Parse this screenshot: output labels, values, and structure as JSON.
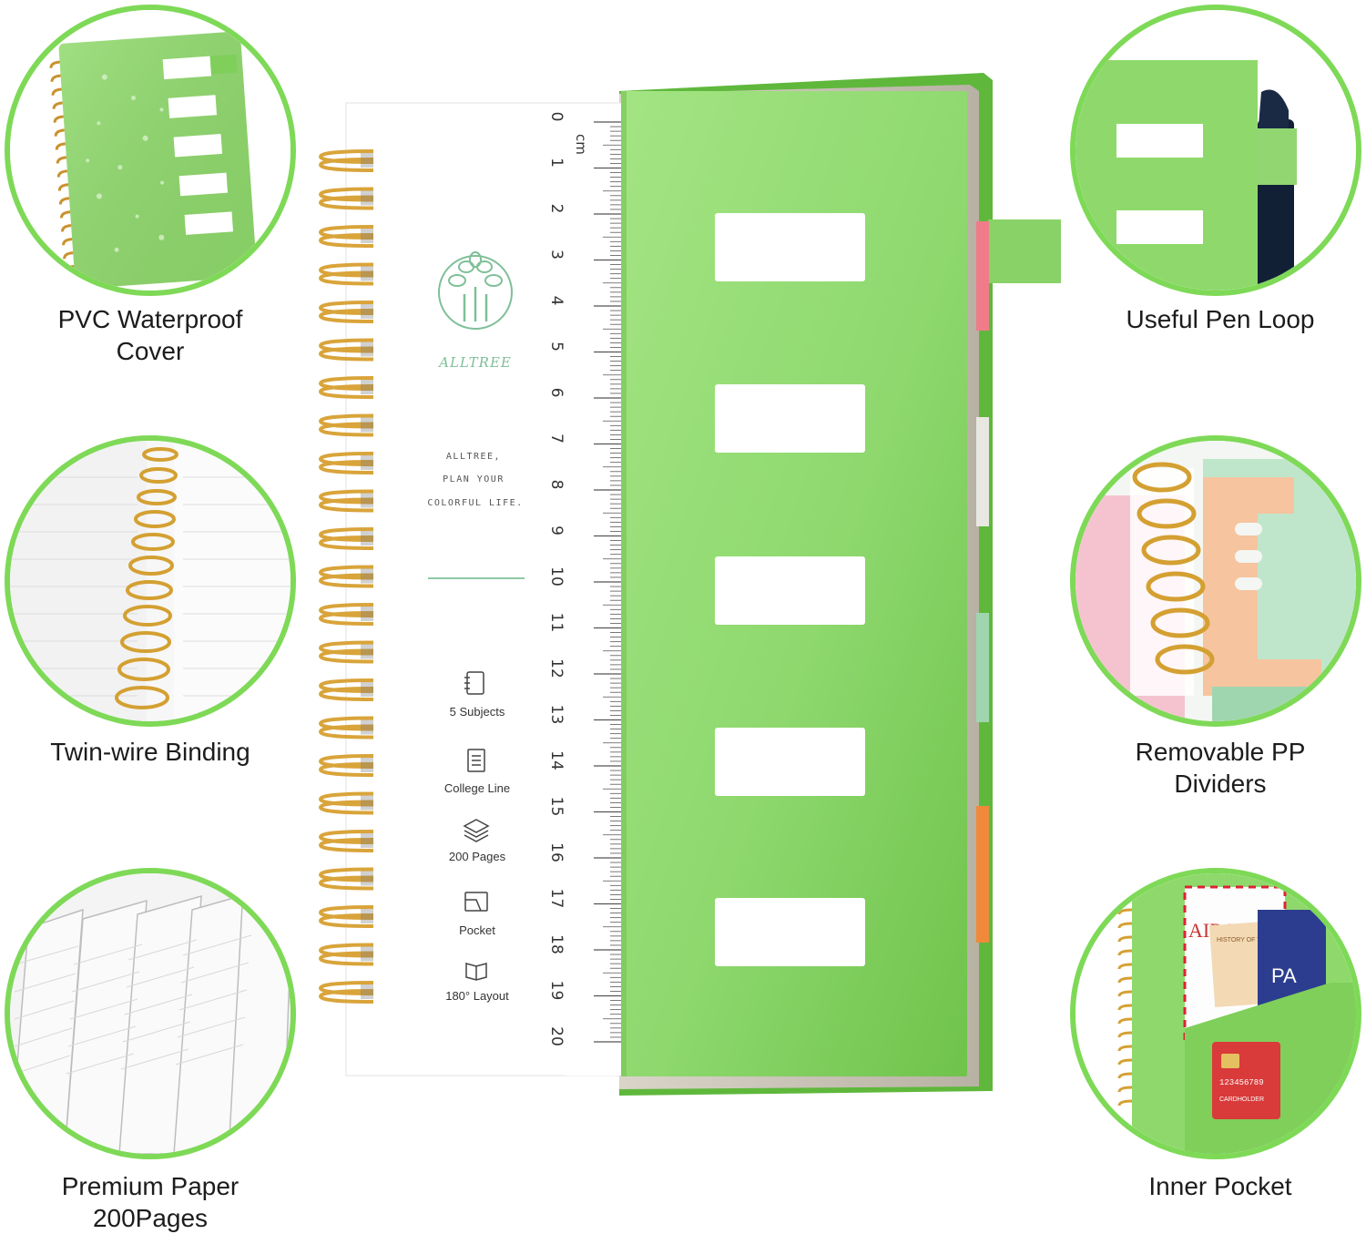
{
  "features": {
    "pvc_cover": {
      "line1": "PVC Waterproof",
      "line2": "Cover"
    },
    "twin_wire": {
      "line1": "Twin-wire Binding"
    },
    "premium_paper": {
      "line1": "Premium Paper",
      "line2": "200Pages"
    },
    "pen_loop": {
      "line1": "Useful Pen Loop"
    },
    "dividers": {
      "line1": "Removable PP",
      "line2": "Dividers"
    },
    "inner_pocket": {
      "line1": "Inner Pocket"
    }
  },
  "notebook": {
    "brand": "ALLTREE",
    "slogan": [
      "ALLTREE,",
      "PLAN YOUR",
      "COLORFUL LIFE."
    ],
    "specs": [
      {
        "icon": "notebook-icon",
        "label": "5 Subjects"
      },
      {
        "icon": "lined-page-icon",
        "label": "College Line"
      },
      {
        "icon": "layers-icon",
        "label": "200 Pages"
      },
      {
        "icon": "pocket-icon",
        "label": "Pocket"
      },
      {
        "icon": "open-book-icon",
        "label": "180° Layout"
      }
    ],
    "ruler_unit": "cm",
    "ruler_numbers": [
      "0",
      "1",
      "2",
      "3",
      "4",
      "5",
      "6",
      "7",
      "8",
      "9",
      "10",
      "11",
      "12",
      "13",
      "14",
      "15",
      "16",
      "17",
      "18",
      "19",
      "20"
    ]
  },
  "inset_text": {
    "air_mail": "AIR M",
    "ticket": "HISTORY OF TRAVEL",
    "card_number": "123456789",
    "card_label": "CARDHOLDER",
    "passport": "PA"
  },
  "colors": {
    "accent_green": "#7ed957",
    "cover_green": "#8ed86e",
    "wire_gold": "#d9a43a",
    "tab_pink": "#f07c8a",
    "tab_orange": "#f08a3a",
    "ring_border": "#7ed957"
  }
}
